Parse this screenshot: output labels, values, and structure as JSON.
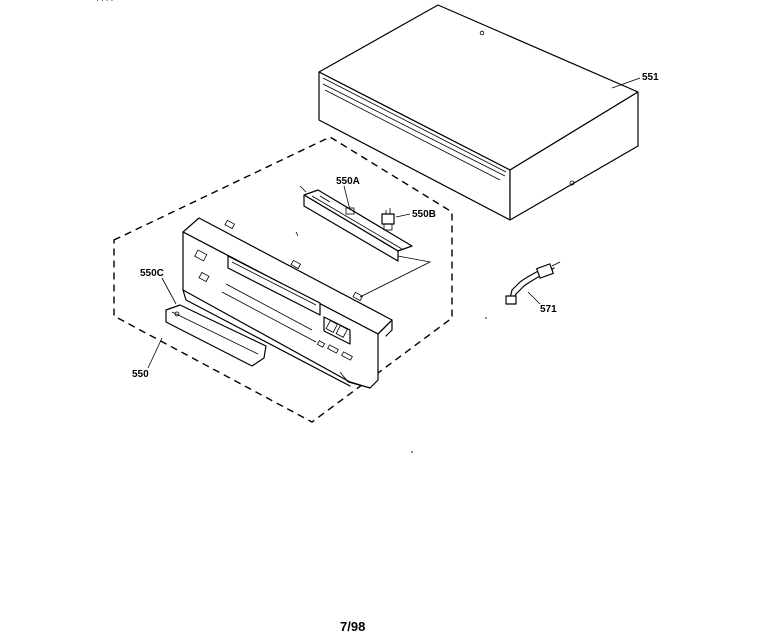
{
  "labels": {
    "cabinet": "551",
    "display_window": "550A",
    "switch_part": "550B",
    "cassette_door": "550C",
    "front_panel": "550",
    "cable": "571"
  },
  "footer": {
    "date": "7/98"
  },
  "header_fragment": "· · · ·"
}
